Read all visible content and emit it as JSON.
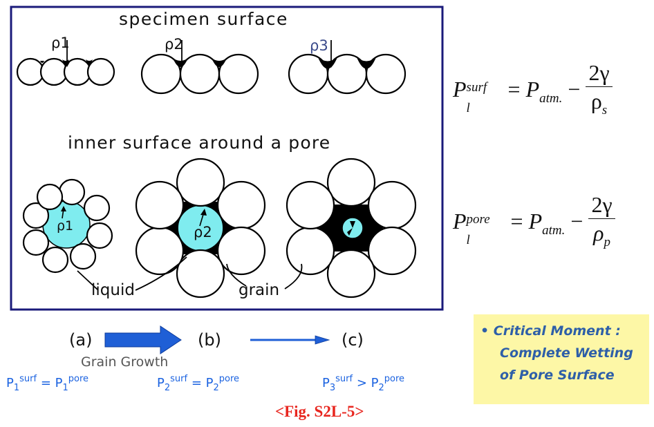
{
  "diagram": {
    "headings": {
      "surface": "specimen surface",
      "pore": "inner surface around a pore"
    },
    "radius_labels": {
      "surface": [
        "ρ1",
        "ρ2",
        "ρ3"
      ],
      "pore": [
        "ρ1",
        "ρ2"
      ]
    },
    "callouts": {
      "liquid": "liquid",
      "grain": "grain"
    },
    "stages": [
      "(a)",
      "(b)",
      "(c)"
    ],
    "arrow_caption": "Grain Growth",
    "colors": {
      "pore_fill": "#7fecef",
      "frame_border": "#1a1a7a",
      "arrow_blue": "#1f5fd6"
    }
  },
  "relations": [
    {
      "left": "P",
      "left_sub": "1",
      "left_sup": "surf",
      "op": "=",
      "right": "P",
      "right_sub": "1",
      "right_sup": "pore"
    },
    {
      "left": "P",
      "left_sub": "2",
      "left_sup": "surf",
      "op": "=",
      "right": "P",
      "right_sub": "2",
      "right_sup": "pore"
    },
    {
      "left": "P",
      "left_sub": "3",
      "left_sup": "surf",
      "op": ">",
      "right": "P",
      "right_sub": "2",
      "right_sup": "pore"
    }
  ],
  "figure_label": "<Fig. S2L-5>",
  "equations": {
    "surface": {
      "lhs": "P",
      "lhs_sub": "l",
      "lhs_sup": "surf",
      "eq": "=",
      "p_atm": "P",
      "p_atm_sub": "atm.",
      "minus": "−",
      "numerator": "2γ",
      "denominator": "ρ",
      "denominator_sub": "s"
    },
    "pore": {
      "lhs": "P",
      "lhs_sub": "l",
      "lhs_sup": "pore",
      "eq": "=",
      "p_atm": "P",
      "p_atm_sub": "atm.",
      "minus": "−",
      "numerator": "2γ",
      "denominator": "ρ",
      "denominator_sub": "p"
    }
  },
  "note": {
    "bullet": "•",
    "lines": [
      "Critical Moment :",
      "Complete Wetting",
      "of Pore Surface"
    ],
    "bg_color": "#fdf7a6"
  }
}
